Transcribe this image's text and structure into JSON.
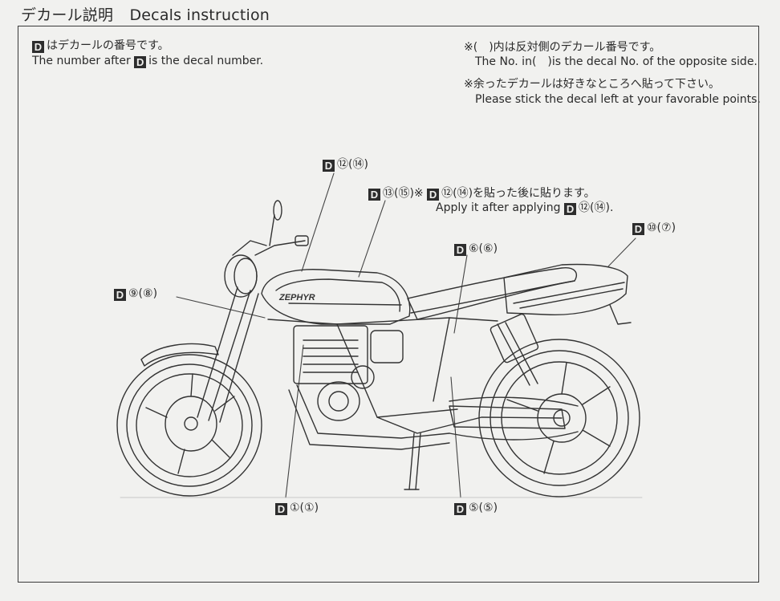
{
  "header": {
    "title_jp": "デカール説明",
    "title_en": "Decals instruction"
  },
  "notes": {
    "left_jp": "はデカールの番号です。",
    "left_en_pre": "The number after",
    "left_en_post": "is the decal number.",
    "right1_jp": "※(　)内は反対側のデカール番号です。",
    "right1_en": "The No. in(　)is the decal No. of the opposite side.",
    "right2_jp": "※余ったデカールは好きなところへ貼って下さい。",
    "right2_en": "Please stick the decal left at your favorable points."
  },
  "decal_marker": "D",
  "callouts": {
    "c12": "⑫(⑭)",
    "c13": "⑬(⑮)※",
    "c13_mid": "⑫(⑭)",
    "c13_tail": "を貼った後に貼ります。",
    "c13_en_pre": "Apply it after applying",
    "c13_en_post": "⑫(⑭).",
    "c10": "⑩(⑦)",
    "c6": "⑥(⑥)",
    "c9": "⑨(⑧)",
    "c1": "①(①)",
    "c5": "⑤(⑤)"
  },
  "tank_logo": "ZEPHYR",
  "colors": {
    "background": "#f1f1ef",
    "ink": "#2a2a2a",
    "marker_fill": "#2d2d2d"
  }
}
